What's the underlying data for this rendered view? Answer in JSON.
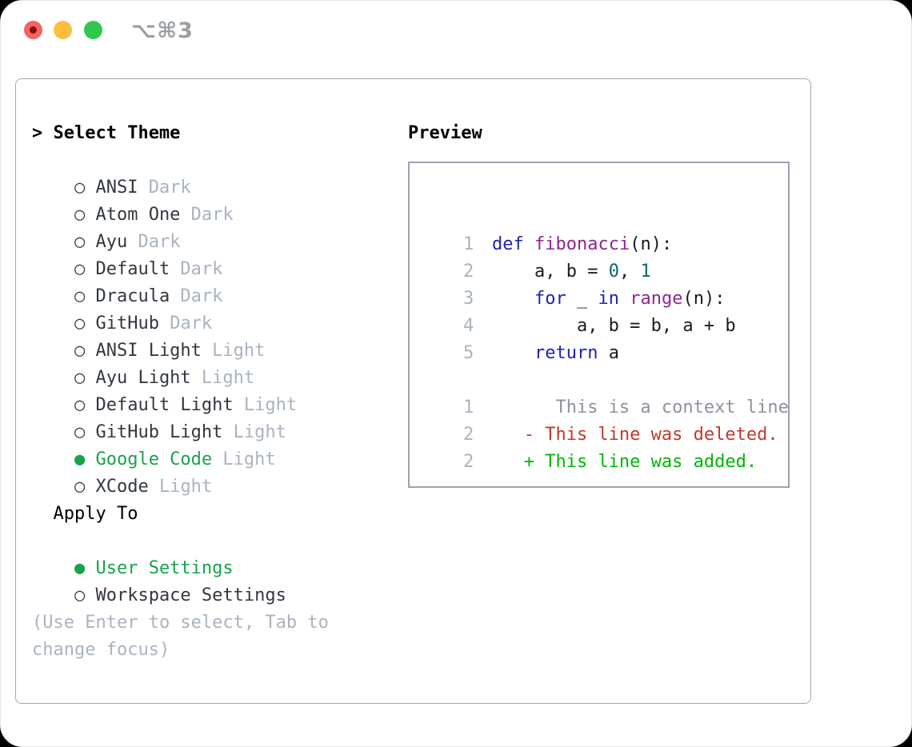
{
  "window": {
    "title": "⌥⌘3"
  },
  "colors": {
    "accent_green": "#17a34a",
    "added": "#00b506",
    "deleted": "#c0392b",
    "keyword": "#1d24af",
    "function": "#8f2692",
    "literal": "#066a6a",
    "context": "#8d939c",
    "muted": "#a9b3bf"
  },
  "theme_list": {
    "prompt": ">",
    "header": "Select Theme",
    "items": [
      {
        "name": "ANSI",
        "variant": "Dark",
        "selected": false
      },
      {
        "name": "Atom One",
        "variant": "Dark",
        "selected": false
      },
      {
        "name": "Ayu",
        "variant": "Dark",
        "selected": false
      },
      {
        "name": "Default",
        "variant": "Dark",
        "selected": false
      },
      {
        "name": "Dracula",
        "variant": "Dark",
        "selected": false
      },
      {
        "name": "GitHub",
        "variant": "Dark",
        "selected": false
      },
      {
        "name": "ANSI Light",
        "variant": "Light",
        "selected": false
      },
      {
        "name": "Ayu Light",
        "variant": "Light",
        "selected": false
      },
      {
        "name": "Default Light",
        "variant": "Light",
        "selected": false
      },
      {
        "name": "GitHub Light",
        "variant": "Light",
        "selected": false
      },
      {
        "name": "Google Code",
        "variant": "Light",
        "selected": true
      },
      {
        "name": "XCode",
        "variant": "Light",
        "selected": false
      }
    ]
  },
  "apply_to": {
    "header": "Apply To",
    "options": [
      {
        "label": "User Settings",
        "selected": true
      },
      {
        "label": "Workspace Settings",
        "selected": false
      }
    ]
  },
  "hint": "(Use Enter to select, Tab to change focus)",
  "preview": {
    "title": "Preview",
    "lines": [
      {
        "num": "1",
        "tokens": [
          {
            "text": "def",
            "color": "keyword"
          },
          {
            "text": " ",
            "color": "plain"
          },
          {
            "text": "fibonacci",
            "color": "function"
          },
          {
            "text": "(n):",
            "color": "plain"
          }
        ]
      },
      {
        "num": "2",
        "tokens": [
          {
            "text": "    a, b = ",
            "color": "plain"
          },
          {
            "text": "0",
            "color": "literal"
          },
          {
            "text": ", ",
            "color": "plain"
          },
          {
            "text": "1",
            "color": "literal"
          }
        ]
      },
      {
        "num": "3",
        "tokens": [
          {
            "text": "    ",
            "color": "plain"
          },
          {
            "text": "for",
            "color": "keyword"
          },
          {
            "text": " _ ",
            "color": "plain"
          },
          {
            "text": "in",
            "color": "keyword"
          },
          {
            "text": " ",
            "color": "plain"
          },
          {
            "text": "range",
            "color": "function"
          },
          {
            "text": "(n):",
            "color": "plain"
          }
        ]
      },
      {
        "num": "4",
        "tokens": [
          {
            "text": "        a, b = b, a + b",
            "color": "plain"
          }
        ]
      },
      {
        "num": "5",
        "tokens": [
          {
            "text": "    ",
            "color": "plain"
          },
          {
            "text": "return",
            "color": "keyword"
          },
          {
            "text": " a",
            "color": "plain"
          }
        ]
      },
      {
        "num": "",
        "tokens": []
      },
      {
        "num": "1",
        "tokens": [
          {
            "text": "      This is a context line.",
            "color": "context"
          }
        ]
      },
      {
        "num": "2",
        "tokens": [
          {
            "text": "   - This line was deleted.",
            "color": "deleted"
          }
        ]
      },
      {
        "num": "2",
        "tokens": [
          {
            "text": "   + This line was added.",
            "color": "added"
          }
        ]
      }
    ]
  }
}
